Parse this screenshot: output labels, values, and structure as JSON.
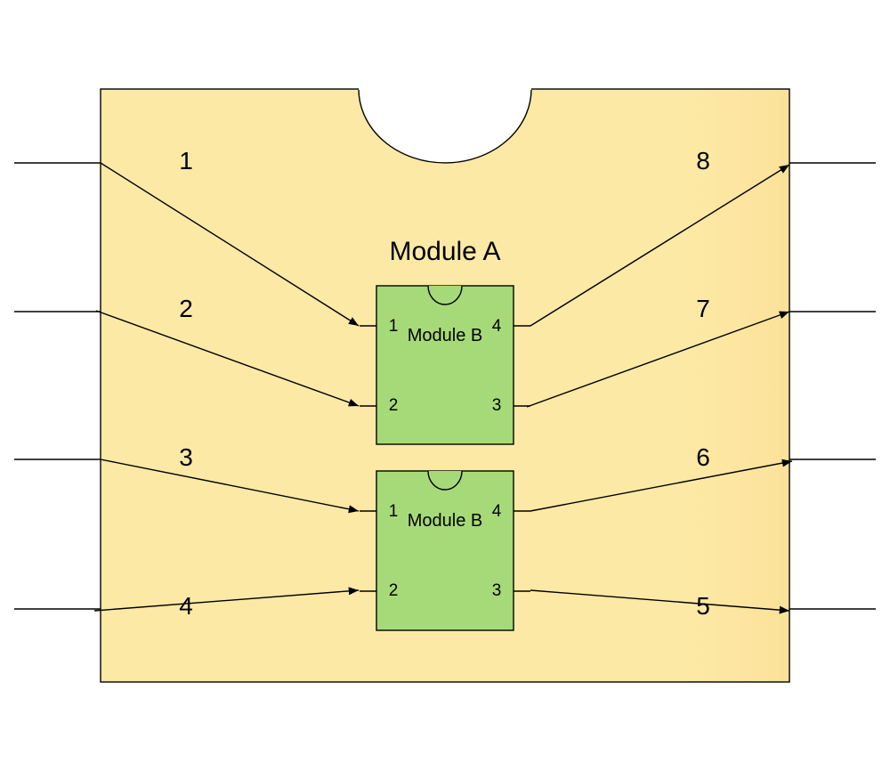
{
  "module_a": {
    "label": "Module A",
    "fill": "#fde9a6",
    "pins_left": [
      "1",
      "2",
      "3",
      "4"
    ],
    "pins_right": [
      "8",
      "7",
      "6",
      "5"
    ]
  },
  "module_b": [
    {
      "label": "Module B",
      "pins": [
        "1",
        "4",
        "2",
        "3"
      ]
    },
    {
      "label": "Module B",
      "pins": [
        "1",
        "4",
        "2",
        "3"
      ]
    }
  ],
  "colors": {
    "module_b_fill": "#a6da78",
    "outline": "#000000"
  }
}
